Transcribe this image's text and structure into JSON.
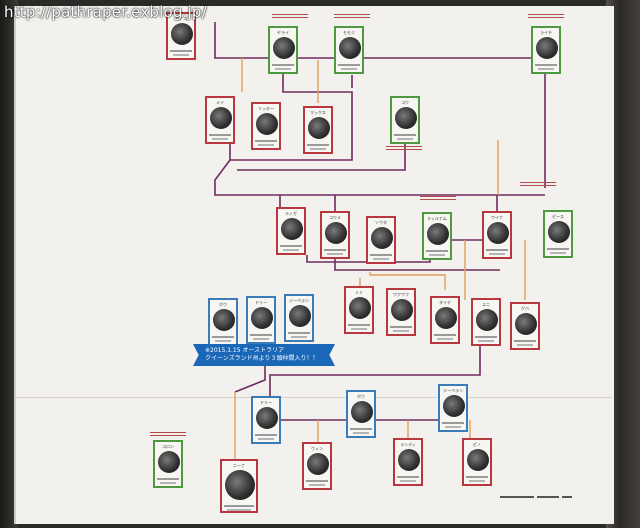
{
  "watermark": "http://pathraper.exblog.jp/",
  "banner": {
    "line1": "※2015.1.15 オーストラリア",
    "line2": "クイーンズランド州より３頭仲間入り！！"
  },
  "colors": {
    "female": "#b9373f",
    "male": "#3b7bb8",
    "green": "#4d9a3f",
    "line_purple": "#6e2a5e",
    "line_orange": "#e2a15a",
    "banner": "#1a67b7"
  },
  "koalas": [
    {
      "name": "ハナコ",
      "sex": "f"
    },
    {
      "name": "ヤライ",
      "sex": "g"
    },
    {
      "name": "モモジ",
      "sex": "g"
    },
    {
      "name": "ライチ",
      "sex": "g"
    },
    {
      "name": "メイ",
      "sex": "f"
    },
    {
      "name": "リッキー",
      "sex": "f"
    },
    {
      "name": "マックス",
      "sex": "f"
    },
    {
      "name": "コウ",
      "sex": "g"
    },
    {
      "name": "ティガ",
      "sex": "f"
    },
    {
      "name": "コウメ",
      "sex": "f"
    },
    {
      "name": "ソウタ",
      "sex": "f"
    },
    {
      "name": "ティルナム",
      "sex": "g"
    },
    {
      "name": "ワイナ",
      "sex": "f"
    },
    {
      "name": "ピース",
      "sex": "g"
    },
    {
      "name": "ボウ",
      "sex": "m"
    },
    {
      "name": "ドリー",
      "sex": "m"
    },
    {
      "name": "ジーペラン",
      "sex": "m"
    },
    {
      "name": "ミミ",
      "sex": "f"
    },
    {
      "name": "ワクワク",
      "sex": "f"
    },
    {
      "name": "タイチ",
      "sex": "f"
    },
    {
      "name": "ユニ",
      "sex": "f"
    },
    {
      "name": "ゲバ",
      "sex": "f"
    },
    {
      "name": "ドリー",
      "sex": "m"
    },
    {
      "name": "ボウ",
      "sex": "m"
    },
    {
      "name": "ジーペラン",
      "sex": "m"
    },
    {
      "name": "コロン",
      "sex": "g"
    },
    {
      "name": "ニーナ",
      "sex": "f"
    },
    {
      "name": "ウィン",
      "sex": "f"
    },
    {
      "name": "ランディ",
      "sex": "f"
    },
    {
      "name": "ピノ",
      "sex": "f"
    }
  ]
}
